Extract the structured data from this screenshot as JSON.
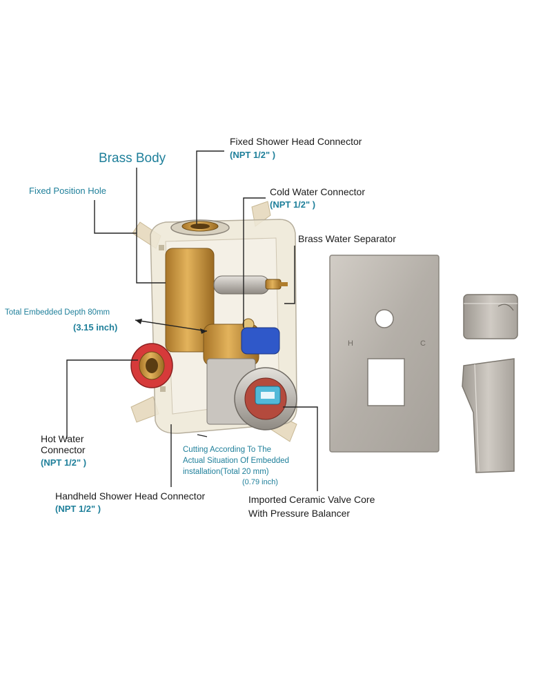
{
  "labels": {
    "brass_body": "Brass Body",
    "fixed_position_hole": "Fixed Position Hole",
    "fixed_shower_head": "Fixed Shower Head Connector",
    "fixed_shower_head_spec": "(NPT 1/2\" )",
    "cold_water": "Cold Water Connector",
    "cold_water_spec": "(NPT 1/2\" )",
    "brass_separator": "Brass Water Separator",
    "embedded_depth": "Total Embedded Depth 80mm",
    "embedded_depth_inch": "(3.15 inch)",
    "hot_water_line1": "Hot Water",
    "hot_water_line2": "Connector",
    "hot_water_spec": "(NPT 1/2\" )",
    "cutting_line1": "Cutting According To The",
    "cutting_line2": "Actual Situation Of Embedded",
    "cutting_line3": "installation(Total 20 mm)",
    "cutting_inch": "(0.79 inch)",
    "handheld": "Handheld Shower Head Connector",
    "handheld_spec": "(NPT 1/2\" )",
    "valve_line1": "Imported Ceramic Valve Core",
    "valve_line2": "With Pressure Balancer"
  },
  "plate_marks": {
    "hot": "H",
    "cold": "C"
  },
  "colors": {
    "teal": "#1e7f9a",
    "brass": "#c9953a",
    "housing": "#ece6d4",
    "nickel": "#b9b4ad"
  }
}
